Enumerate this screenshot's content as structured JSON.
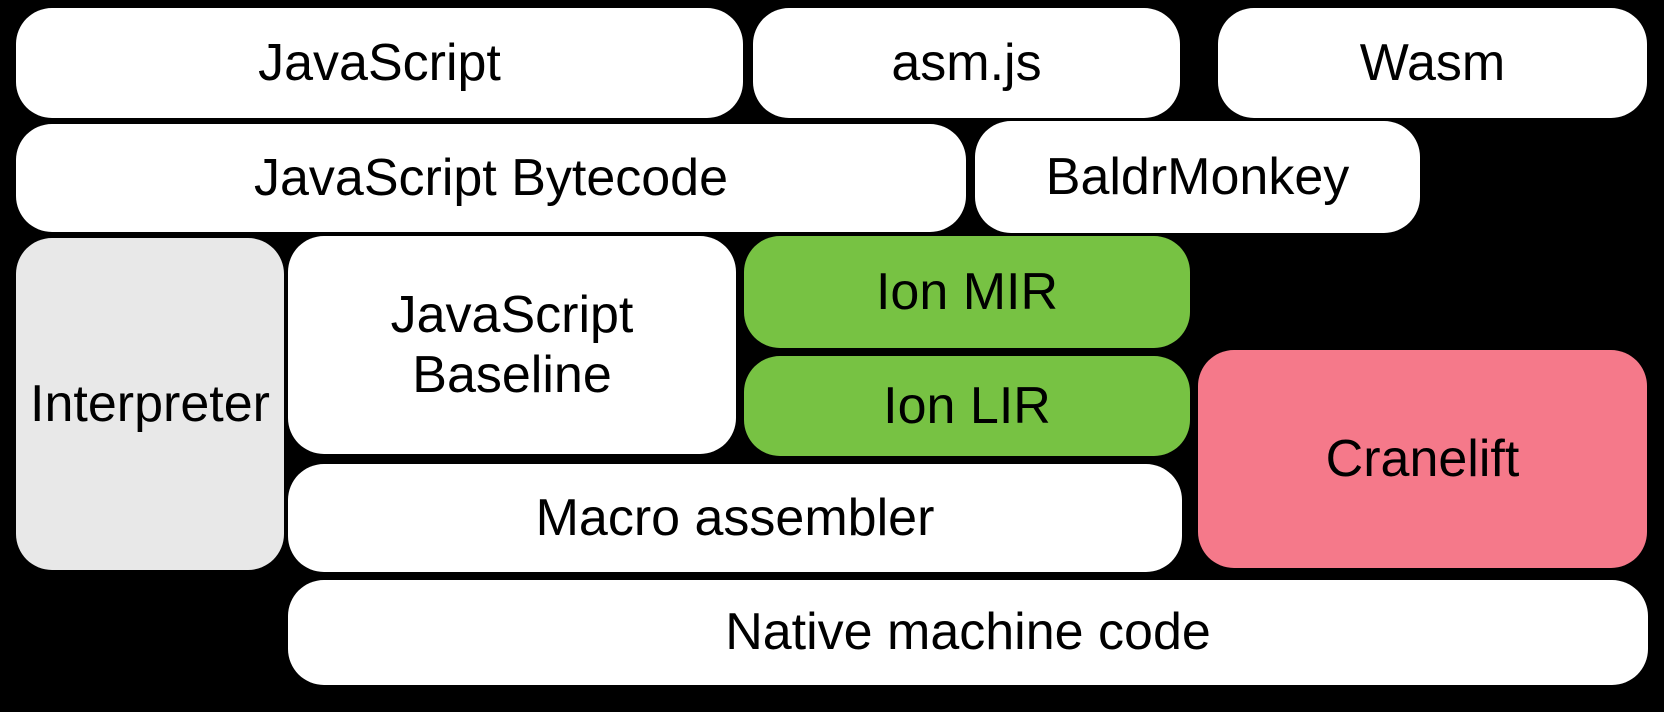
{
  "diagram": {
    "background": "#000000",
    "text_color": "#000000"
  },
  "colors": {
    "white": "#ffffff",
    "gray": "#e8e8e8",
    "green": "#77c243",
    "pink": "#f5798a"
  },
  "blocks": [
    {
      "id": "javascript",
      "label": "JavaScript",
      "color": "white"
    },
    {
      "id": "asmjs",
      "label": "asm.js",
      "color": "white"
    },
    {
      "id": "wasm",
      "label": "Wasm",
      "color": "white"
    },
    {
      "id": "javascript-bytecode",
      "label": "JavaScript Bytecode",
      "color": "white"
    },
    {
      "id": "baldrmonkey",
      "label": "BaldrMonkey",
      "color": "white"
    },
    {
      "id": "interpreter",
      "label": "Interpreter",
      "color": "gray"
    },
    {
      "id": "javascript-baseline",
      "label": "JavaScript Baseline",
      "label_line1": "JavaScript",
      "label_line2": "Baseline",
      "color": "white"
    },
    {
      "id": "ion-mir",
      "label": "Ion MIR",
      "color": "green"
    },
    {
      "id": "ion-lir",
      "label": "Ion LIR",
      "color": "green"
    },
    {
      "id": "cranelift",
      "label": "Cranelift",
      "color": "pink"
    },
    {
      "id": "macro-assembler",
      "label": "Macro assembler",
      "color": "white"
    },
    {
      "id": "native-machine-code",
      "label": "Native machine code",
      "color": "white"
    }
  ]
}
